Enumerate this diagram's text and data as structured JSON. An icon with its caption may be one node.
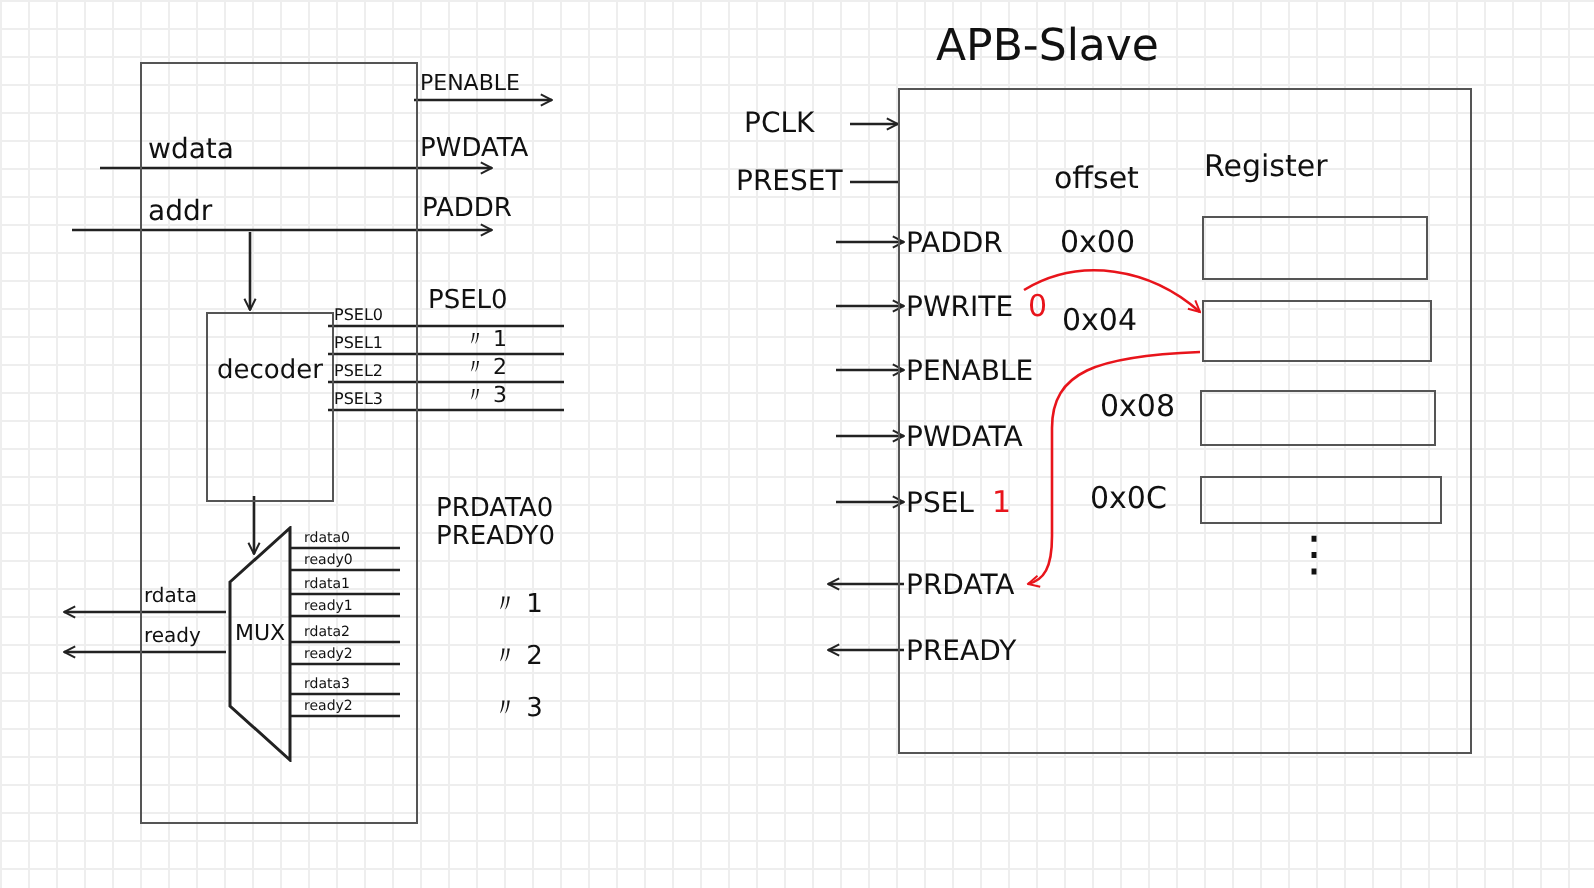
{
  "diagram": {
    "nodes": [
      {
        "text": [],
        "shape": "box"
      },
      {
        "text": [
          "decoder"
        ],
        "in": 0
      },
      {
        "text": [
          "MUX"
        ],
        "in": 0
      },
      {
        "text": [
          "APB-Slave"
        ]
      },
      {
        "text": [
          "PADDR"
        ],
        "in": 3
      },
      {
        "text": [
          "PWRITE"
        ],
        "in": 3,
        "beside": [
          "0"
        ]
      },
      {
        "text": [
          "PENABLE"
        ],
        "in": 3
      },
      {
        "text": [
          "PWDATA"
        ],
        "in": 3
      },
      {
        "text": [
          "PSEL"
        ],
        "in": 3,
        "beside": [
          "1"
        ]
      },
      {
        "text": [
          "PRDATA"
        ],
        "in": 3
      },
      {
        "text": [
          "PREADY"
        ],
        "in": 3
      },
      {
        "text": [],
        "shape": "box",
        "in": 3,
        "beside": [
          "0x00"
        ]
      },
      {
        "text": [],
        "shape": "box",
        "in": 3,
        "beside": [
          "0x04"
        ]
      },
      {
        "text": [],
        "shape": "box",
        "in": 3,
        "beside": [
          "0x08"
        ]
      },
      {
        "text": [],
        "shape": "box",
        "in": 3,
        "beside": [
          "0x0C"
        ]
      }
    ],
    "edges": [
      {
        "from": null,
        "to": 0,
        "arrow": "none",
        "label": "wdata"
      },
      {
        "from": null,
        "to": 0,
        "arrow": "none",
        "label": "addr"
      },
      {
        "from": 0,
        "to": null,
        "arrow": "to",
        "label": "PENABLE"
      },
      {
        "from": 0,
        "to": null,
        "arrow": "to",
        "label": "PWDATA"
      },
      {
        "from": 0,
        "to": null,
        "arrow": "to",
        "label": "PADDR"
      },
      {
        "from": null,
        "to": 1,
        "arrow": "to"
      },
      {
        "from": 1,
        "to": null,
        "arrow": "none",
        "label": "PSEL0"
      },
      {
        "from": 1,
        "to": null,
        "arrow": "none",
        "label": "PSEL1"
      },
      {
        "from": 1,
        "to": null,
        "arrow": "none",
        "label": "PSEL2"
      },
      {
        "from": 1,
        "to": null,
        "arrow": "none",
        "label": "PSEL3"
      },
      {
        "from": 1,
        "to": 2,
        "arrow": "to"
      },
      {
        "from": null,
        "to": 2,
        "arrow": "none",
        "label": "rdata0"
      },
      {
        "from": null,
        "to": 2,
        "arrow": "none",
        "label": "ready0"
      },
      {
        "from": null,
        "to": 2,
        "arrow": "none",
        "label": "rdata1"
      },
      {
        "from": null,
        "to": 2,
        "arrow": "none",
        "label": "ready1"
      },
      {
        "from": null,
        "to": 2,
        "arrow": "none",
        "label": "rdata2"
      },
      {
        "from": null,
        "to": 2,
        "arrow": "none",
        "label": "ready2"
      },
      {
        "from": null,
        "to": 2,
        "arrow": "none",
        "label": "rdata3"
      },
      {
        "from": null,
        "to": 2,
        "arrow": "none",
        "label": "ready2"
      },
      {
        "from": 2,
        "to": null,
        "arrow": "to",
        "label": "rdata"
      },
      {
        "from": 2,
        "to": null,
        "arrow": "to",
        "label": "ready"
      },
      {
        "from": null,
        "to": 3,
        "arrow": "to",
        "label": "PCLK"
      },
      {
        "from": null,
        "to": 3,
        "arrow": "none",
        "label": "PRESET"
      },
      {
        "from": null,
        "to": 4,
        "arrow": "to"
      },
      {
        "from": null,
        "to": 5,
        "arrow": "to"
      },
      {
        "from": null,
        "to": 6,
        "arrow": "to"
      },
      {
        "from": null,
        "to": 7,
        "arrow": "to"
      },
      {
        "from": null,
        "to": 8,
        "arrow": "to"
      },
      {
        "from": 9,
        "to": null,
        "arrow": "to"
      },
      {
        "from": 10,
        "to": null,
        "arrow": "to"
      },
      {
        "from": 5,
        "to": 12,
        "arrow": "to",
        "color": "#e8141b"
      },
      {
        "from": 12,
        "to": 9,
        "arrow": "to",
        "color": "#e8141b"
      }
    ],
    "labels": [
      "PSEL0",
      "〃 1",
      "〃 2",
      "〃 3",
      "PRDATA0",
      "PREADY0",
      "〃 1",
      "〃 2",
      "〃 3",
      "offset",
      "Register",
      "⋮"
    ]
  }
}
